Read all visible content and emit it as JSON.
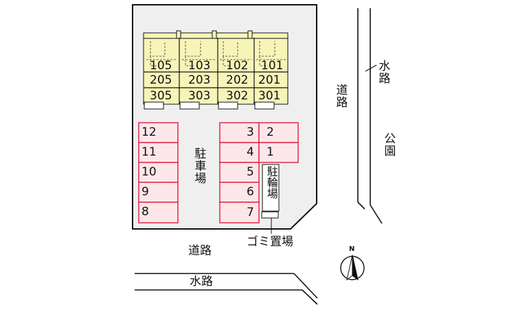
{
  "site": {
    "parking_label": "駐車場",
    "bicycle_parking_label": "駐輪場",
    "garbage_label": "ゴミ置場",
    "park_label": "公園",
    "road_east_label": "道路",
    "road_south_label": "道路",
    "waterway_east_label": "水路",
    "waterway_south_label": "水路",
    "north_label": "N"
  },
  "building": {
    "floor1": [
      "105",
      "103",
      "102",
      "101"
    ],
    "floor2": [
      "205",
      "203",
      "202",
      "201"
    ],
    "floor3": [
      "305",
      "303",
      "302",
      "301"
    ]
  },
  "parking_left": [
    "12",
    "11",
    "10",
    "9",
    "8"
  ],
  "parking_right_col_a": [
    "3",
    "4",
    "5",
    "6",
    "7"
  ],
  "parking_right_col_b": [
    "2",
    "1"
  ],
  "colors": {
    "building_fill": "#f7f4b8",
    "lot_fill": "#efefef",
    "parking_border": "#e0284a",
    "parking_fill": "#fde6ea",
    "outline": "#111111"
  }
}
